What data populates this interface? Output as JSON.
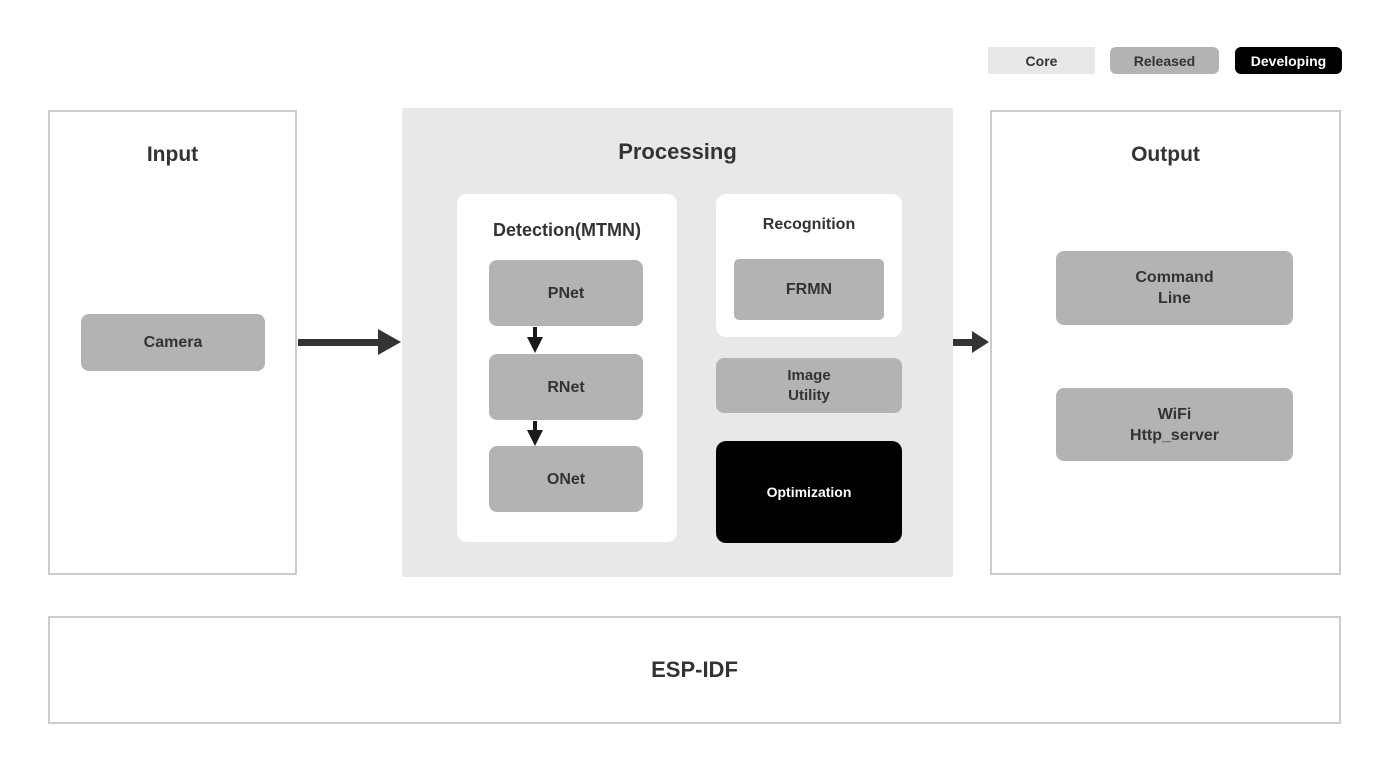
{
  "legend": {
    "core": "Core",
    "released": "Released",
    "developing": "Developing"
  },
  "input": {
    "title": "Input",
    "camera": "Camera"
  },
  "processing": {
    "title": "Processing",
    "detection": {
      "title": "Detection(MTMN)",
      "pnet": "PNet",
      "rnet": "RNet",
      "onet": "ONet"
    },
    "recognition": {
      "title": "Recognition",
      "frmn": "FRMN"
    },
    "image_utility": "Image\nUtility",
    "optimization": "Optimization"
  },
  "output": {
    "title": "Output",
    "command_line": "Command\nLine",
    "wifi_http_server": "WiFi\nHttp_server"
  },
  "foundation": {
    "title": "ESP-IDF"
  },
  "colors": {
    "core_bg": "#e8e8e8",
    "released_bg": "#b3b3b3",
    "developing_bg": "#000000",
    "processing_bg": "#e8e8e8",
    "node_bg": "#b3b3b3",
    "optimization_bg": "#000000",
    "text": "#333333",
    "border": "#cccccc",
    "arrow": "#333333"
  }
}
